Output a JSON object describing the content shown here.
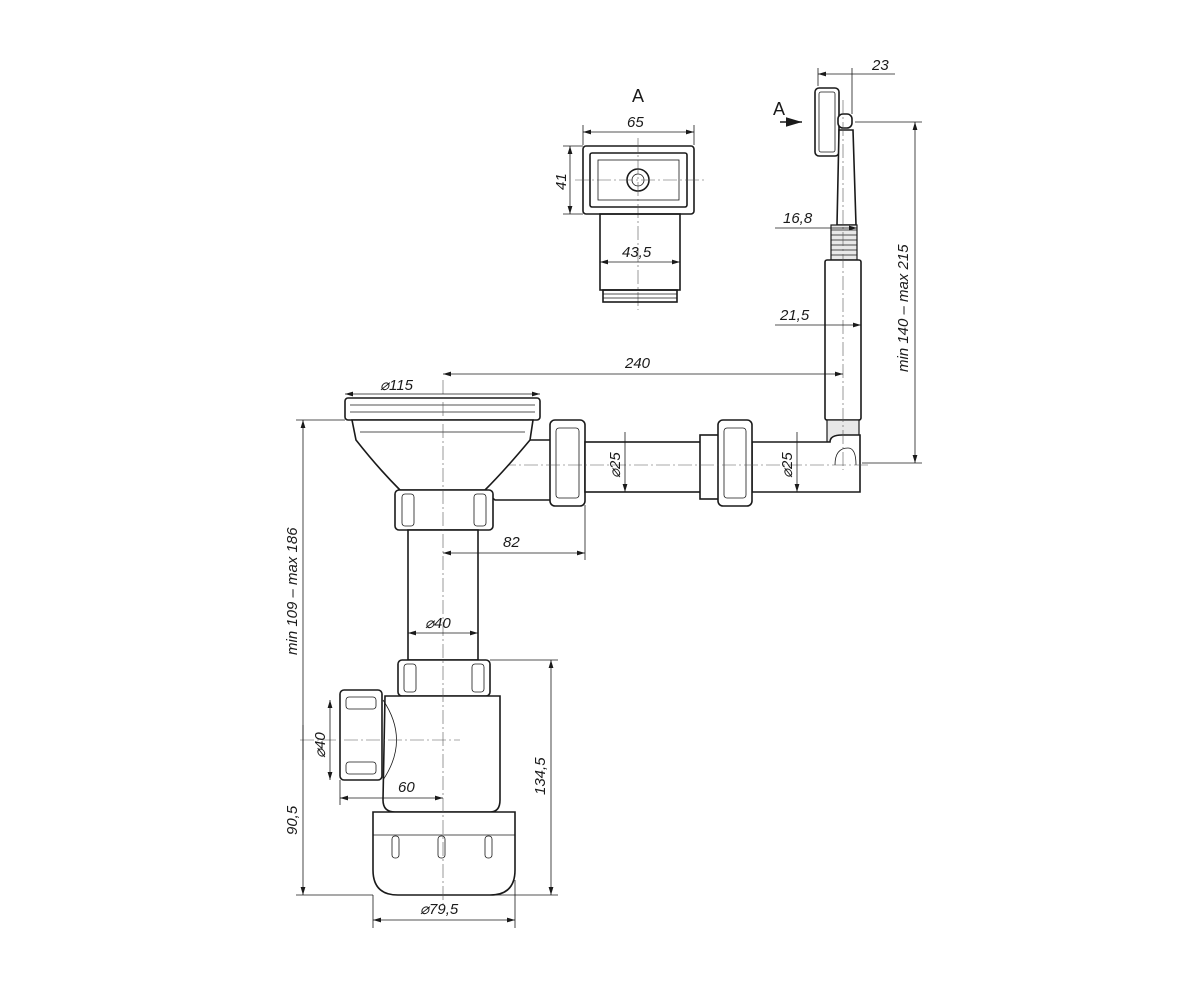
{
  "title": "Sink drain siphon with overflow – dimensional drawing",
  "view_a": {
    "label": "A",
    "width": "65",
    "height": "41",
    "pipe": "43,5"
  },
  "overflow": {
    "view_arrow": "A",
    "depth": "23",
    "pipe_thin": "16,8",
    "pipe_thick": "21,5",
    "height_range": "min 140 – max 215"
  },
  "horizontal": {
    "distance": "240",
    "pipe1": "⌀25",
    "pipe2": "⌀25"
  },
  "strainer": {
    "diameter": "⌀115",
    "offset": "82"
  },
  "siphon": {
    "height_range": "min 109 – max 186",
    "pipe": "⌀40",
    "outlet": "⌀40",
    "outlet_length": "60",
    "height": "134,5",
    "outlet_height": "90,5",
    "bottom_diameter": "⌀79,5"
  }
}
